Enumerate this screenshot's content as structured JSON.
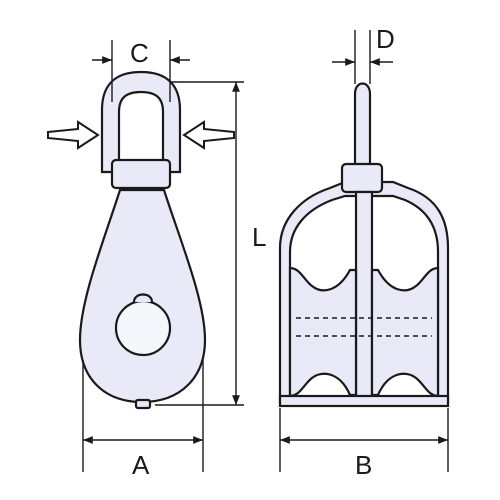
{
  "labels": {
    "a": "A",
    "b": "B",
    "c": "C",
    "d": "D",
    "l": "L"
  },
  "colors": {
    "outline": "#1a1a1a",
    "body_fill": "#e9e9f7",
    "body_shade": "#d6d6ef",
    "background": "#ffffff"
  }
}
